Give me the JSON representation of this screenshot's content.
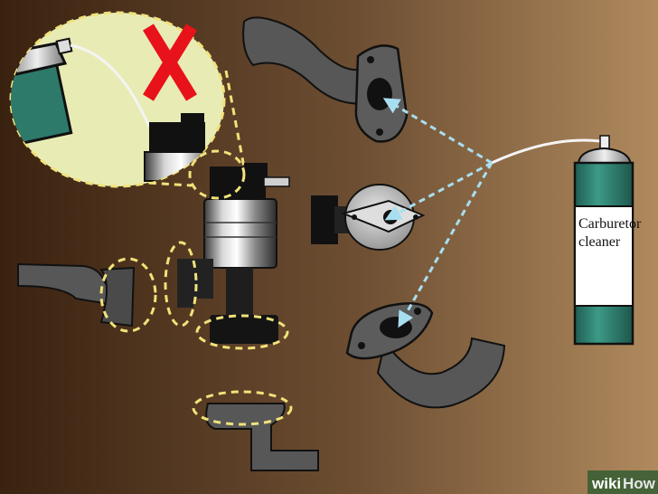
{
  "can": {
    "label_line1": "Carburetor",
    "label_line2": "cleaner"
  },
  "watermark": {
    "part1": "wiki",
    "part2": "How"
  },
  "colors": {
    "bg_dark": "#3a2210",
    "bg_light": "#b08a5e",
    "metal": "#55575a",
    "highlight": "#f1e27a",
    "arrow": "#a8dff0",
    "can_body": "#2d7a6a",
    "zoom_bg": "#e8ecb4",
    "cross": "#e8121a"
  }
}
